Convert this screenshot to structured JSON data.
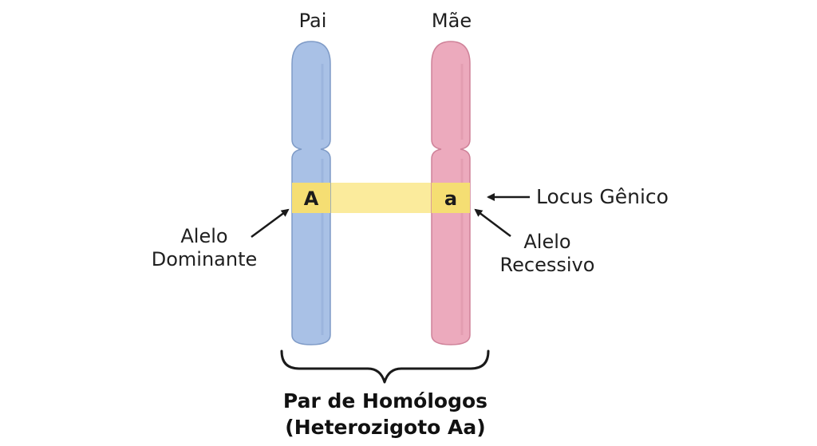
{
  "labels": {
    "father": "Pai",
    "mother": "Mãe",
    "locus": "Locus Gênico",
    "dominant_line1": "Alelo",
    "dominant_line2": "Dominante",
    "recessive_line1": "Alelo",
    "recessive_line2": "Recessivo"
  },
  "alleles": {
    "dominant": "A",
    "recessive": "a"
  },
  "caption": {
    "line1": "Par de Homólogos",
    "line2": "(Heterozigoto Aa)"
  },
  "colors": {
    "father_chromosome": "#a9c1e6",
    "father_outline": "#7f9bc7",
    "mother_chromosome": "#ecaabd",
    "mother_outline": "#cf8299",
    "locus_band": "#fbeb9c",
    "locus_on_chromosome": "#f5de73",
    "arrow": "#1a1a1a",
    "brace": "#1a1a1a"
  }
}
